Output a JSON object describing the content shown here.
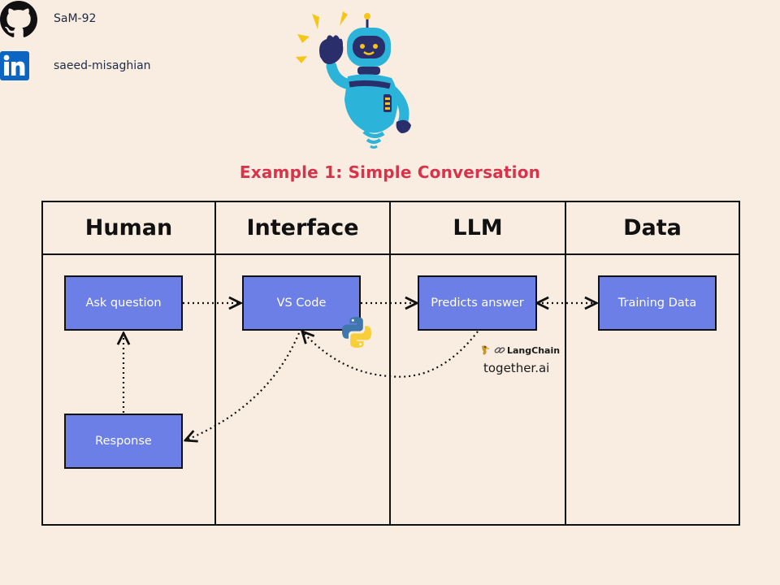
{
  "social": {
    "github": {
      "handle": "SaM-92",
      "icon": "github-icon"
    },
    "linkedin": {
      "handle": "saeed-misaghian",
      "icon": "linkedin-icon"
    }
  },
  "title": "Example 1: Simple Conversation",
  "columns": [
    {
      "label": "Human"
    },
    {
      "label": "Interface"
    },
    {
      "label": "LLM"
    },
    {
      "label": "Data"
    }
  ],
  "nodes": {
    "ask": "Ask question",
    "vscode": "VS Code",
    "predict": "Predicts answer",
    "training": "Training Data",
    "response": "Response"
  },
  "logos": {
    "langchain": "LangChain",
    "together": "together.ai"
  },
  "colors": {
    "background": "#f8ede0",
    "box": "#6b7fe6",
    "title": "#d7334b",
    "robot": "#2bb3d9"
  }
}
